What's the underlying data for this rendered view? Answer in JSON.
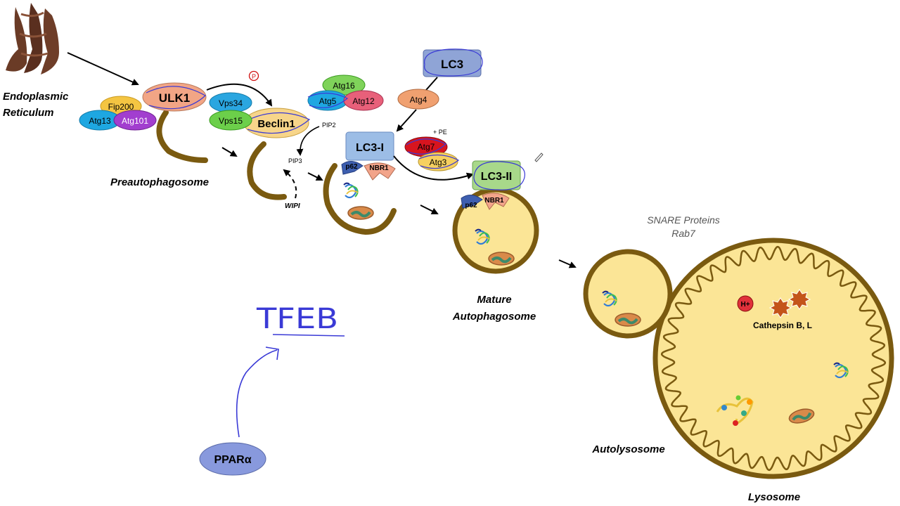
{
  "labels": {
    "er": [
      "Endoplasmic",
      "Reticulum"
    ],
    "preautophagosome": "Preautophagosome",
    "mature": [
      "Mature",
      "Autophagosome"
    ],
    "autolysosome": "Autolysosome",
    "lysosome": "Lysosome",
    "snare": [
      "SNARE Proteins",
      "Rab7"
    ],
    "cathepsin": "Cathepsin B, L",
    "pip2": "PIP2",
    "pip3": "PIP3",
    "wipi": "WIPI",
    "pe": "+ PE",
    "phospho": "P"
  },
  "proteins": {
    "ulk1": "ULK1",
    "fip200": "Fip200",
    "atg13": "Atg13",
    "atg101": "Atg101",
    "vps34": "Vps34",
    "vps15": "Vps15",
    "beclin1": "Beclin1",
    "atg16": "Atg16",
    "atg5": "Atg5",
    "atg12": "Atg12",
    "lc3": "LC3",
    "atg4": "Atg4",
    "lc3i": "LC3-I",
    "atg7": "Atg7",
    "atg3": "Atg3",
    "lc3ii": "LC3-II",
    "p62": "p62",
    "nbr1": "NBR1",
    "hplus": "H+",
    "ppara": "PPARα"
  },
  "annotation": {
    "handwritten": "TFEB"
  },
  "colors": {
    "membrane": "#7a5a10",
    "vesicle_fill": "#fbe596",
    "ulk1": "#f2a585",
    "fip200": "#f4c542",
    "atg13": "#1ea7e1",
    "atg101": "#a23ecf",
    "vps34": "#2aa6e0",
    "vps15": "#6ccf4a",
    "beclin1": "#f7d58a",
    "atg16": "#7fd35a",
    "atg12": "#e8607a",
    "lc3": "#8fa4d6",
    "atg4": "#f0a070",
    "lc3i": "#9cbde6",
    "atg7": "#d7141f",
    "atg3": "#f6d060",
    "lc3ii": "#a8d88a",
    "p62": "#3e5fb0",
    "nbr1": "#f2a48a",
    "ppara": "#8899dd",
    "ink": "#3a3ad6"
  }
}
